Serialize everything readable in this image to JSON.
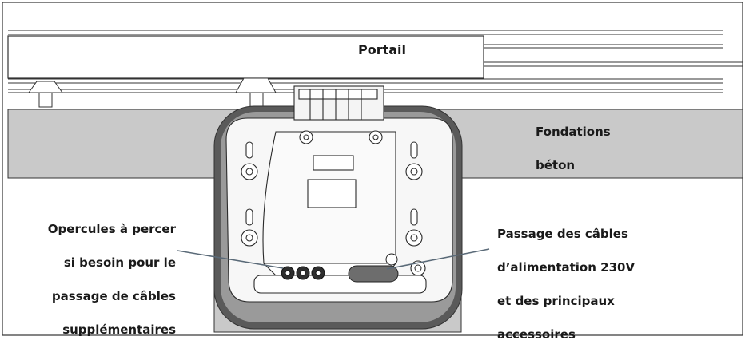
{
  "labels": {
    "portail": "Portail",
    "fondations": [
      "Fondations",
      "béton"
    ],
    "opercules": [
      "Opercules à percer",
      "si besoin pour le",
      "passage de câbles",
      "supplémentaires"
    ],
    "passage": [
      "Passage des câbles",
      "d’alimentation 230V",
      "et des principaux",
      "accessoires"
    ]
  },
  "colors": {
    "concrete": "#c9c9c9",
    "gasket": "#5a5a5a",
    "body": "#f7f7f7",
    "line": "#2a2a2a",
    "leader": "#5a6a78"
  }
}
